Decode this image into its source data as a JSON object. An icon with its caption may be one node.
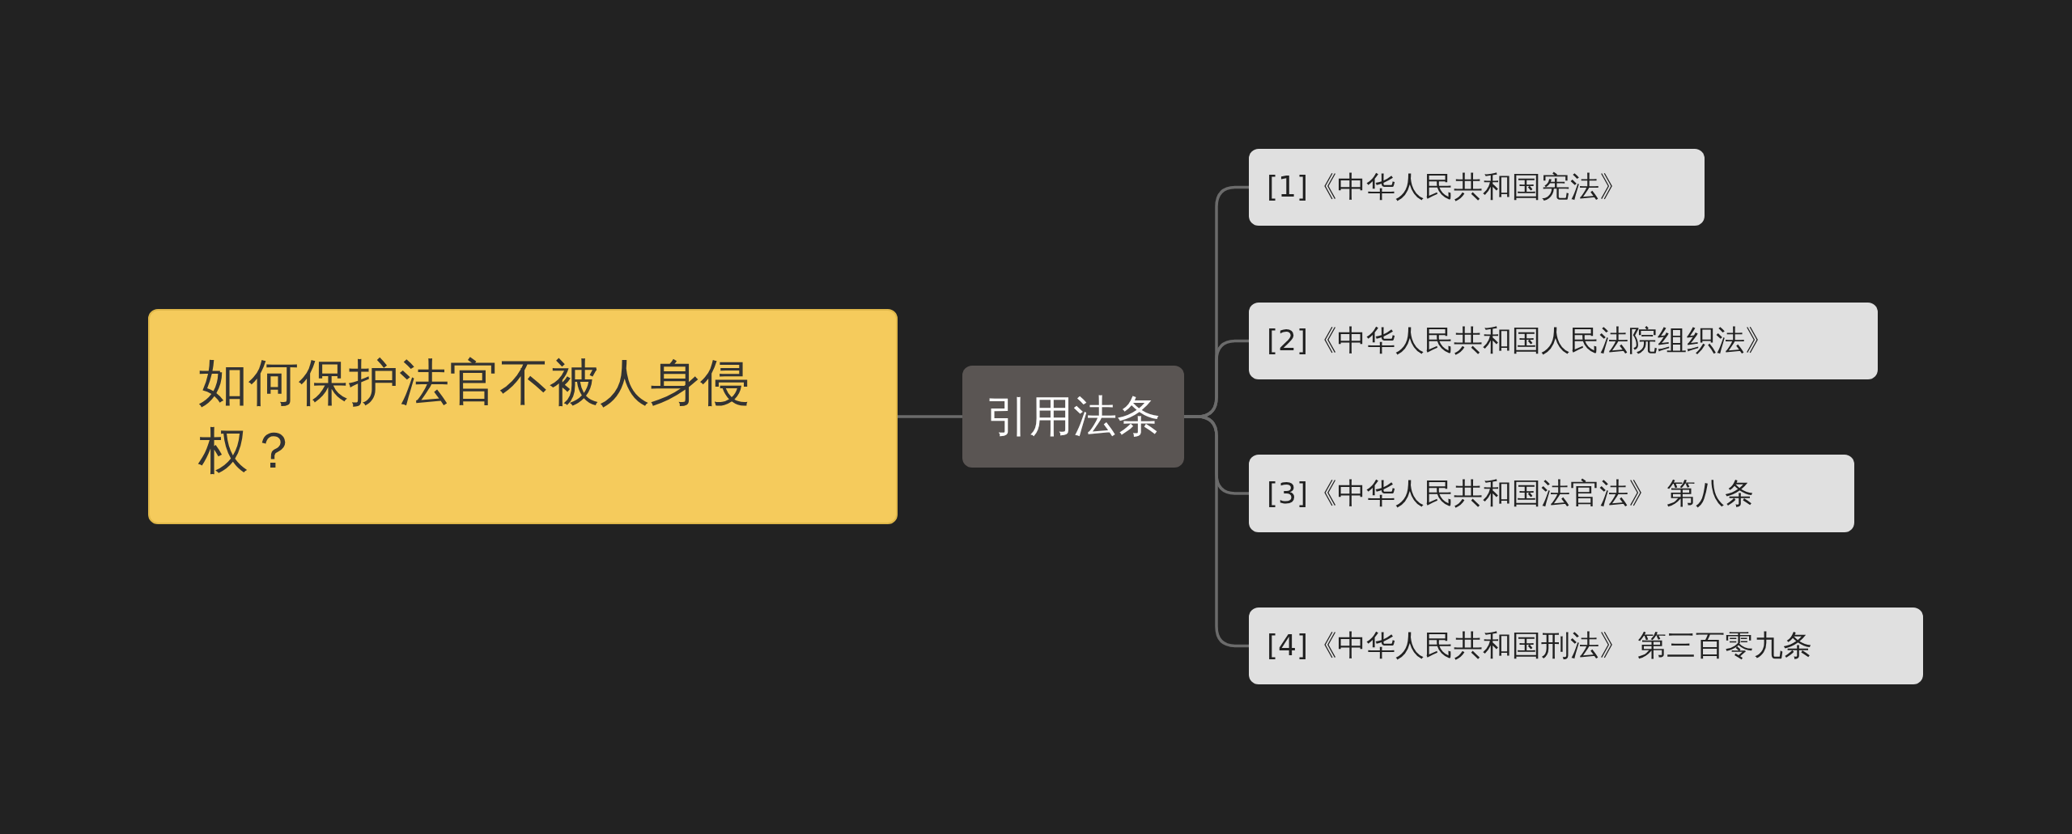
{
  "diagram": {
    "nodes": [
      {
        "text": [
          "如何保护法官不被人身侵权？"
        ]
      },
      {
        "text": [
          "引用法条"
        ]
      },
      {
        "text": [
          "[1]《中华人民共和国宪法》"
        ]
      },
      {
        "text": [
          "[2]《中华人民共和国人民法院组织法》"
        ]
      },
      {
        "text": [
          "[3]《中华人民共和国法官法》 第八条"
        ]
      },
      {
        "text": [
          "[4]《中华人民共和国刑法》 第三百零九条"
        ]
      }
    ],
    "edges": [
      {
        "from": 0,
        "to": 1,
        "arrow": "none"
      },
      {
        "from": 1,
        "to": 2,
        "arrow": "none"
      },
      {
        "from": 1,
        "to": 3,
        "arrow": "none"
      },
      {
        "from": 1,
        "to": 4,
        "arrow": "none"
      },
      {
        "from": 1,
        "to": 5,
        "arrow": "none"
      }
    ]
  }
}
